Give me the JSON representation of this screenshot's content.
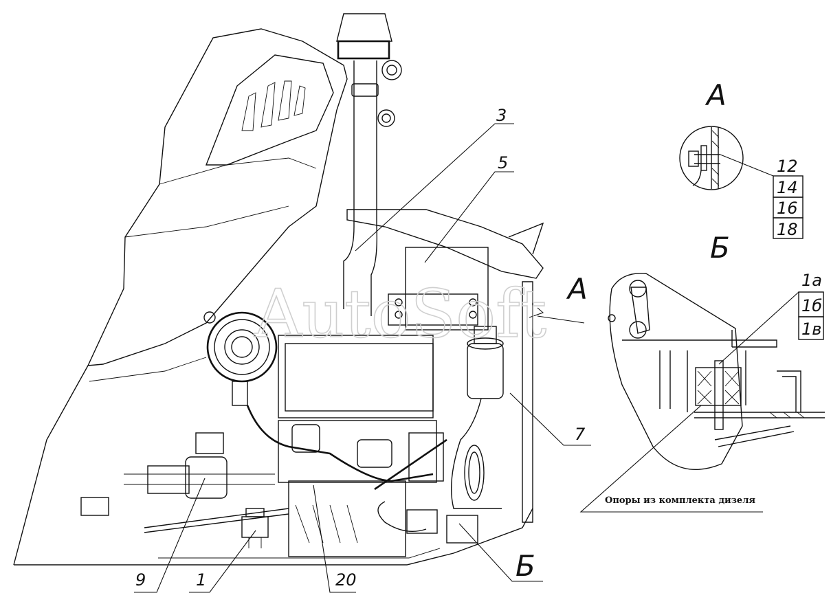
{
  "watermark": "AutoSoft",
  "callouts": {
    "c3": "3",
    "c5": "5",
    "c7": "7",
    "c9": "9",
    "c1": "1",
    "c20": "20"
  },
  "view_labels": {
    "a_main": "А",
    "a_detail": "А",
    "b_main": "Б",
    "b_detail": "Б"
  },
  "detail_a_items": [
    "12",
    "14",
    "16",
    "18"
  ],
  "detail_b_items": [
    "1а",
    "1б",
    "1в"
  ],
  "detail_b_caption": "Опоры из комплекта дизеля"
}
